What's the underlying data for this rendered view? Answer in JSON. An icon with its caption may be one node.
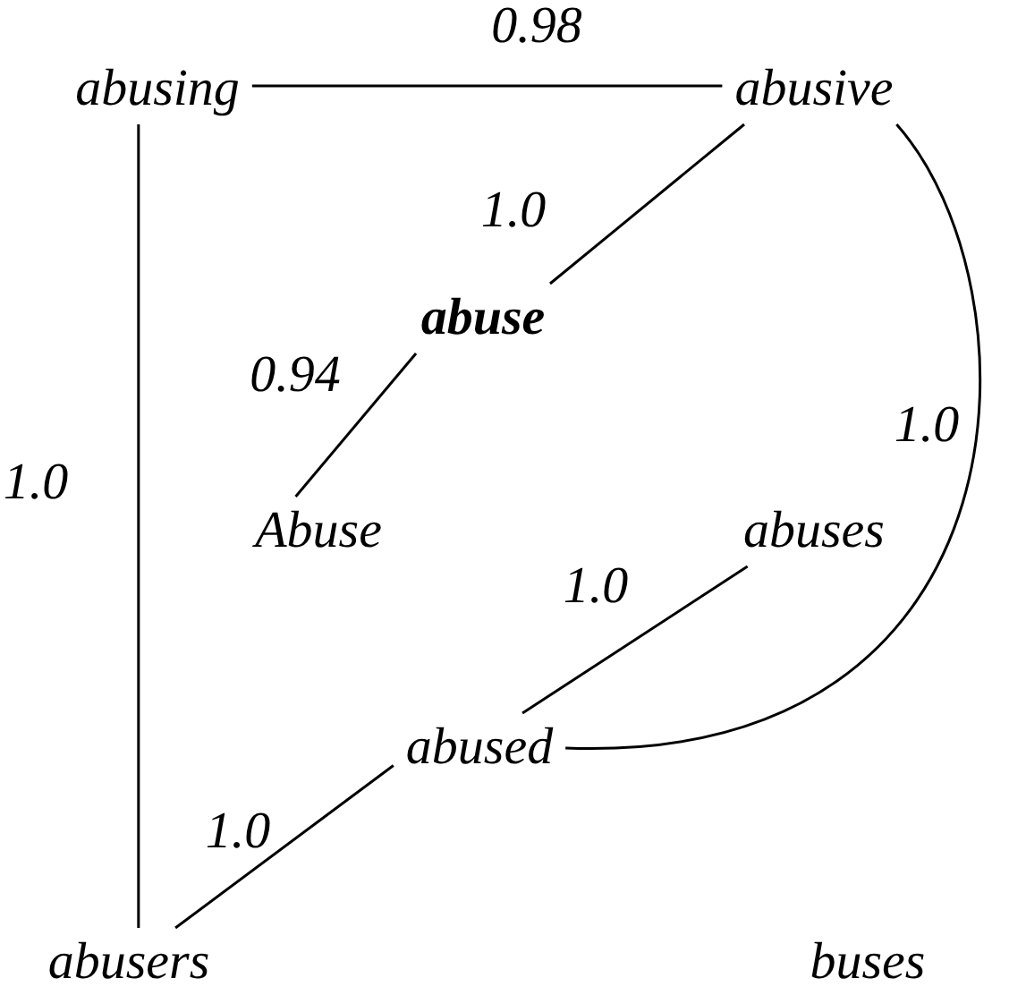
{
  "diagram": {
    "nodes": [
      {
        "text": [
          "abusing"
        ]
      },
      {
        "text": [
          "abusive"
        ]
      },
      {
        "text": [
          "abuse"
        ]
      },
      {
        "text": [
          "Abuse"
        ]
      },
      {
        "text": [
          "abuses"
        ]
      },
      {
        "text": [
          "abused"
        ]
      },
      {
        "text": [
          "abusers"
        ]
      },
      {
        "text": [
          "buses"
        ]
      }
    ],
    "edges": [
      {
        "from": 0,
        "to": 1,
        "arrow": "none",
        "label": "0.98"
      },
      {
        "from": 1,
        "to": 2,
        "arrow": "none",
        "label": "1.0"
      },
      {
        "from": 2,
        "to": 3,
        "arrow": "none",
        "label": "0.94"
      },
      {
        "from": 1,
        "to": 5,
        "arrow": "none",
        "label": "1.0"
      },
      {
        "from": 4,
        "to": 5,
        "arrow": "none",
        "label": "1.0"
      },
      {
        "from": 5,
        "to": 6,
        "arrow": "none",
        "label": "1.0"
      },
      {
        "from": 0,
        "to": 6,
        "arrow": "none",
        "label": "1.0"
      }
    ]
  }
}
